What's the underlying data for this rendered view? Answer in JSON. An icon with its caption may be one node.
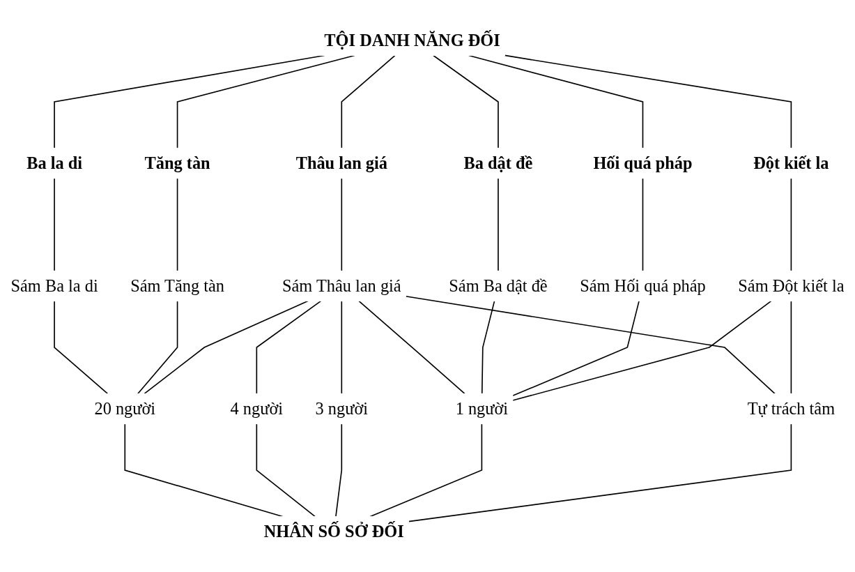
{
  "diagram": {
    "nodes": [
      {
        "text": [
          "TỘI DANH NĂNG ĐỐI"
        ]
      },
      {
        "text": [
          "Ba la di"
        ]
      },
      {
        "text": [
          "Tăng tàn"
        ]
      },
      {
        "text": [
          "Thâu lan giá"
        ]
      },
      {
        "text": [
          "Ba dật đề"
        ]
      },
      {
        "text": [
          "Hối quá pháp"
        ]
      },
      {
        "text": [
          "Đột kiết la"
        ]
      },
      {
        "text": [
          "Sám Ba la di"
        ]
      },
      {
        "text": [
          "Sám Tăng tàn"
        ]
      },
      {
        "text": [
          "Sám Thâu lan giá"
        ]
      },
      {
        "text": [
          "Sám Ba dật đề"
        ]
      },
      {
        "text": [
          "Sám Hối quá pháp"
        ]
      },
      {
        "text": [
          "Sám Đột kiết la"
        ]
      },
      {
        "text": [
          "20 người"
        ]
      },
      {
        "text": [
          "4 người"
        ]
      },
      {
        "text": [
          "3 người"
        ]
      },
      {
        "text": [
          "1 người"
        ]
      },
      {
        "text": [
          "Tự trách tâm"
        ]
      },
      {
        "text": [
          "NHÂN SỐ SỞ ĐỐI"
        ]
      }
    ],
    "edges": [
      {
        "from": 0,
        "to": 1,
        "arrow": "none"
      },
      {
        "from": 0,
        "to": 2,
        "arrow": "none"
      },
      {
        "from": 0,
        "to": 3,
        "arrow": "none"
      },
      {
        "from": 0,
        "to": 4,
        "arrow": "none"
      },
      {
        "from": 0,
        "to": 5,
        "arrow": "none"
      },
      {
        "from": 0,
        "to": 6,
        "arrow": "none"
      },
      {
        "from": 1,
        "to": 7,
        "arrow": "none"
      },
      {
        "from": 2,
        "to": 8,
        "arrow": "none"
      },
      {
        "from": 3,
        "to": 9,
        "arrow": "none"
      },
      {
        "from": 4,
        "to": 10,
        "arrow": "none"
      },
      {
        "from": 5,
        "to": 11,
        "arrow": "none"
      },
      {
        "from": 6,
        "to": 12,
        "arrow": "none"
      },
      {
        "from": 7,
        "to": 13,
        "arrow": "none"
      },
      {
        "from": 8,
        "to": 13,
        "arrow": "none"
      },
      {
        "from": 9,
        "to": 13,
        "arrow": "none"
      },
      {
        "from": 9,
        "to": 14,
        "arrow": "none"
      },
      {
        "from": 9,
        "to": 15,
        "arrow": "none"
      },
      {
        "from": 9,
        "to": 16,
        "arrow": "none"
      },
      {
        "from": 9,
        "to": 17,
        "arrow": "none"
      },
      {
        "from": 10,
        "to": 16,
        "arrow": "none"
      },
      {
        "from": 11,
        "to": 16,
        "arrow": "none"
      },
      {
        "from": 12,
        "to": 16,
        "arrow": "none"
      },
      {
        "from": 12,
        "to": 17,
        "arrow": "none"
      },
      {
        "from": 13,
        "to": 18,
        "arrow": "none"
      },
      {
        "from": 14,
        "to": 18,
        "arrow": "none"
      },
      {
        "from": 15,
        "to": 18,
        "arrow": "none"
      },
      {
        "from": 16,
        "to": 18,
        "arrow": "none"
      },
      {
        "from": 17,
        "to": 18,
        "arrow": "none"
      }
    ]
  }
}
